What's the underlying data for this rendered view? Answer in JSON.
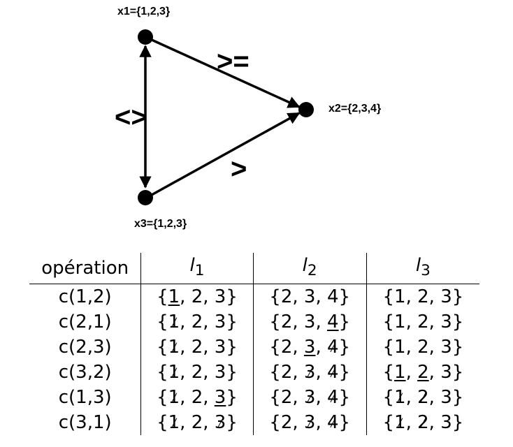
{
  "graph": {
    "nodes": [
      {
        "id": "x1",
        "label": "x1={1,2,3}"
      },
      {
        "id": "x2",
        "label": "x2={2,3,4}"
      },
      {
        "id": "x3",
        "label": "x3={1,2,3}"
      }
    ],
    "edges": [
      {
        "from": "x1",
        "to": "x2",
        "label": ">="
      },
      {
        "from": "x3",
        "to": "x2",
        "label": ">"
      },
      {
        "from": "x1",
        "to": "x3",
        "label": "<>",
        "bidirectional": true
      }
    ]
  },
  "table": {
    "headers": [
      {
        "text": "opération"
      },
      {
        "base": "l",
        "sub": "1"
      },
      {
        "base": "l",
        "sub": "2"
      },
      {
        "base": "l",
        "sub": "3"
      }
    ],
    "rows": [
      {
        "op": "c(1,2)",
        "cells": [
          [
            {
              "v": "1",
              "m": "u"
            },
            {
              "v": "2"
            },
            {
              "v": "3"
            }
          ],
          [
            {
              "v": "2"
            },
            {
              "v": "3"
            },
            {
              "v": "4"
            }
          ],
          [
            {
              "v": "1"
            },
            {
              "v": "2"
            },
            {
              "v": "3"
            }
          ]
        ]
      },
      {
        "op": "c(2,1)",
        "cells": [
          [
            {
              "v": "1",
              "m": "s"
            },
            {
              "v": "2"
            },
            {
              "v": "3"
            }
          ],
          [
            {
              "v": "2"
            },
            {
              "v": "3"
            },
            {
              "v": "4",
              "m": "u"
            }
          ],
          [
            {
              "v": "1"
            },
            {
              "v": "2"
            },
            {
              "v": "3"
            }
          ]
        ]
      },
      {
        "op": "c(2,3)",
        "cells": [
          [
            {
              "v": "1",
              "m": "s"
            },
            {
              "v": "2"
            },
            {
              "v": "3"
            }
          ],
          [
            {
              "v": "2"
            },
            {
              "v": "3",
              "m": "u"
            },
            {
              "v": "4",
              "m": "s"
            }
          ],
          [
            {
              "v": "1"
            },
            {
              "v": "2"
            },
            {
              "v": "3"
            }
          ]
        ]
      },
      {
        "op": "c(3,2)",
        "cells": [
          [
            {
              "v": "1",
              "m": "s"
            },
            {
              "v": "2"
            },
            {
              "v": "3"
            }
          ],
          [
            {
              "v": "2"
            },
            {
              "v": "3",
              "m": "s"
            },
            {
              "v": "4",
              "m": "s"
            }
          ],
          [
            {
              "v": "1",
              "m": "u"
            },
            {
              "v": "2",
              "m": "u"
            },
            {
              "v": "3"
            }
          ]
        ]
      },
      {
        "op": "c(1,3)",
        "cells": [
          [
            {
              "v": "1",
              "m": "s"
            },
            {
              "v": "2"
            },
            {
              "v": "3",
              "m": "u"
            }
          ],
          [
            {
              "v": "2"
            },
            {
              "v": "3",
              "m": "s"
            },
            {
              "v": "4",
              "m": "s"
            }
          ],
          [
            {
              "v": "1",
              "m": "s"
            },
            {
              "v": "2",
              "m": "s"
            },
            {
              "v": "3"
            }
          ]
        ]
      },
      {
        "op": "c(3,1)",
        "cells": [
          [
            {
              "v": "1",
              "m": "s"
            },
            {
              "v": "2"
            },
            {
              "v": "3",
              "m": "s"
            }
          ],
          [
            {
              "v": "2"
            },
            {
              "v": "3",
              "m": "s"
            },
            {
              "v": "4",
              "m": "s"
            }
          ],
          [
            {
              "v": "1",
              "m": "s"
            },
            {
              "v": "2",
              "m": "s"
            },
            {
              "v": "3"
            }
          ]
        ]
      }
    ]
  }
}
